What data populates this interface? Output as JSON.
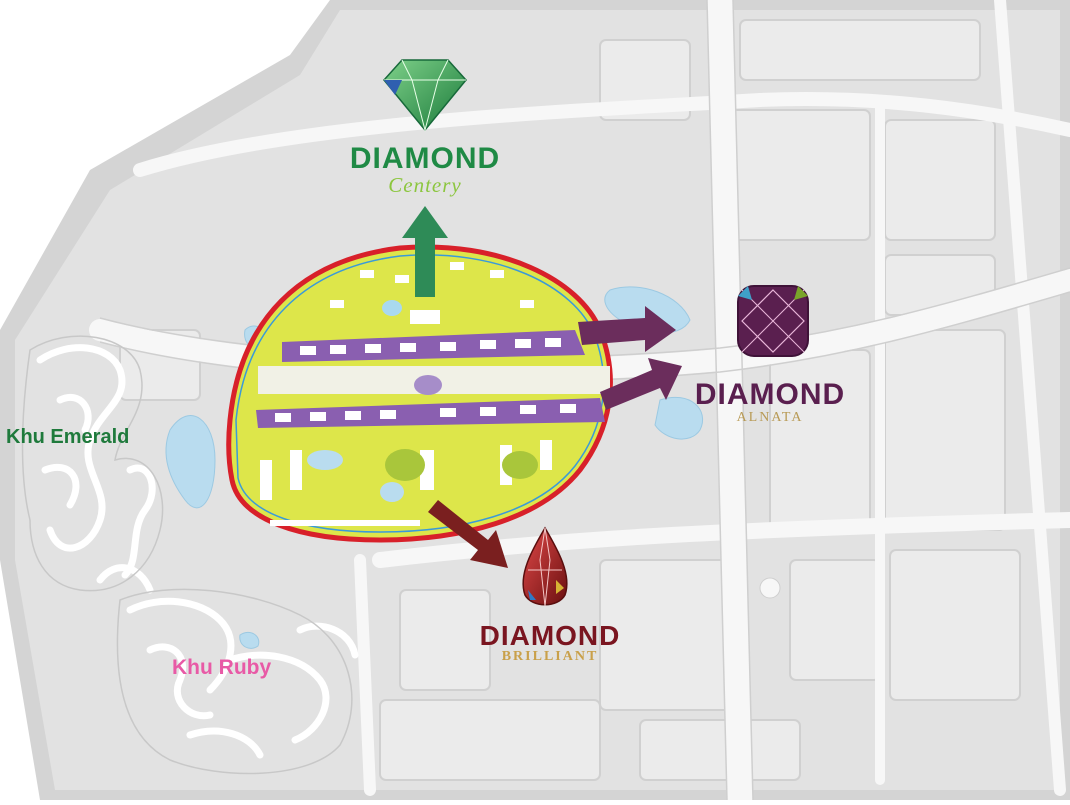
{
  "map": {
    "zones": [
      {
        "label": "Khu Emerald",
        "color": "#1f7a3c"
      },
      {
        "label": "Khu Ruby",
        "color": "#e85aa6"
      }
    ],
    "projects": [
      {
        "name": "DIAMOND",
        "sub": "Centery",
        "icon": "emerald-gem-icon",
        "name_color": "#1f8a45",
        "sub_color": "#8cc63f"
      },
      {
        "name": "DIAMOND",
        "sub": "ALNATA",
        "icon": "amethyst-gem-icon",
        "name_color": "#5a1f4f",
        "sub_color": "#b89a55"
      },
      {
        "name": "DIAMOND",
        "sub": "BRILLIANT",
        "icon": "ruby-gem-icon",
        "name_color": "#7a1520",
        "sub_color": "#c9a04a"
      }
    ],
    "colors": {
      "site_fill": "#dde64a",
      "site_border": "#d8202a",
      "arrow_green": "#2e8b57",
      "arrow_purple": "#6b2d5c",
      "arrow_maroon": "#7a1f1f",
      "water": "#b9dcef",
      "road": "#f4f4f4",
      "block": "#e4e4e4"
    }
  }
}
